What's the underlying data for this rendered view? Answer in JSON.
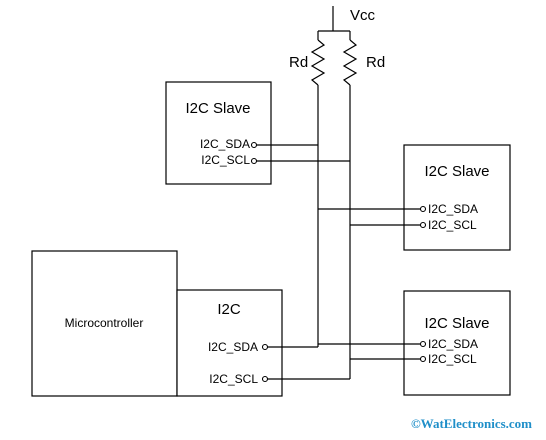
{
  "supply": {
    "label": "Vcc"
  },
  "resistors": [
    {
      "label": "Rd"
    },
    {
      "label": "Rd"
    }
  ],
  "slaves": [
    {
      "title": "I2C Slave",
      "sda": "I2C_SDA",
      "scl": "I2C_SCL"
    },
    {
      "title": "I2C Slave",
      "sda": "I2C_SDA",
      "scl": "I2C_SCL"
    },
    {
      "title": "I2C Slave",
      "sda": "I2C_SDA",
      "scl": "I2C_SCL"
    }
  ],
  "master": {
    "device": "Microcontroller",
    "title": "I2C",
    "sda": "I2C_SDA",
    "scl": "I2C_SCL"
  },
  "watermark": "©WatElectronics.com",
  "colors": {
    "line": "#000000",
    "watermark": "#1f8fc9",
    "background": "#ffffff"
  }
}
